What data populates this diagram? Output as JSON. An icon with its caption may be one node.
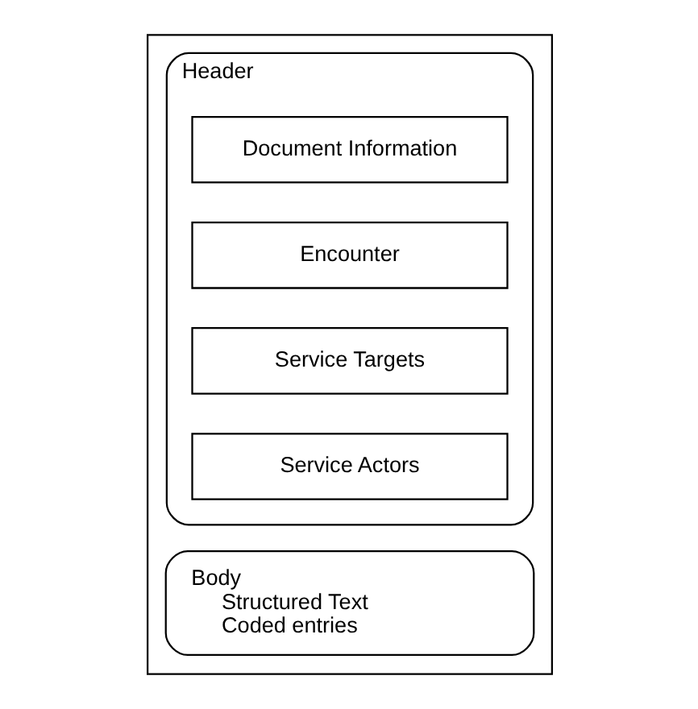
{
  "diagram": {
    "nodes": [
      {
        "text": [],
        "shape": "box"
      },
      {
        "text": [
          "Header"
        ],
        "in": 0
      },
      {
        "text": [
          "Document Information"
        ],
        "in": 1
      },
      {
        "text": [
          "Encounter"
        ],
        "in": 1
      },
      {
        "text": [
          "Service Targets"
        ],
        "in": 1
      },
      {
        "text": [
          "Service Actors"
        ],
        "in": 1
      },
      {
        "text": [
          "Body",
          "Structured Text",
          "Coded entries"
        ],
        "in": 0
      }
    ],
    "edges": []
  }
}
